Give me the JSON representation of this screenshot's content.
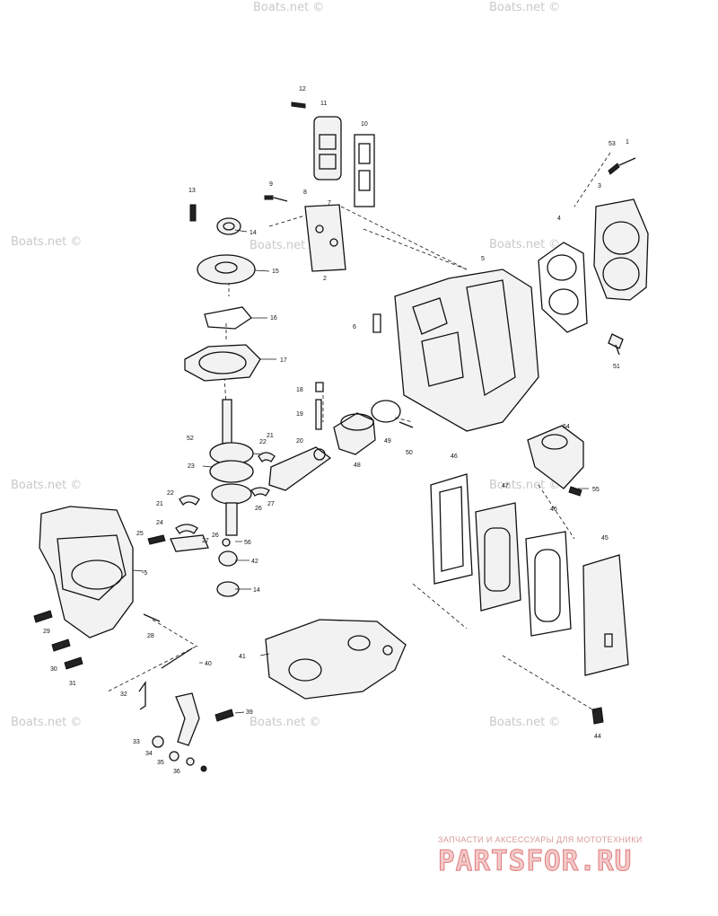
{
  "watermark_text": "Boats.net ©",
  "brand": {
    "tagline": "ЗАПЧАСТИ И АКСЕССУАРЫ ДЛЯ МОТОТЕХНИКИ",
    "logo": "PARTSFOR.RU",
    "color": "#e07c7c"
  },
  "part_numbers": [
    "1",
    "2",
    "3",
    "4",
    "5",
    "6",
    "7",
    "8",
    "9",
    "10",
    "11",
    "12",
    "13",
    "14",
    "15",
    "16",
    "17",
    "18",
    "19",
    "20",
    "21",
    "22",
    "23",
    "24",
    "25",
    "26",
    "27",
    "28",
    "29",
    "30",
    "31",
    "32",
    "33",
    "34",
    "35",
    "36",
    "39",
    "40",
    "41",
    "42",
    "44",
    "45",
    "46",
    "47",
    "48",
    "49",
    "50",
    "51",
    "52",
    "53",
    "54",
    "55",
    "56"
  ]
}
